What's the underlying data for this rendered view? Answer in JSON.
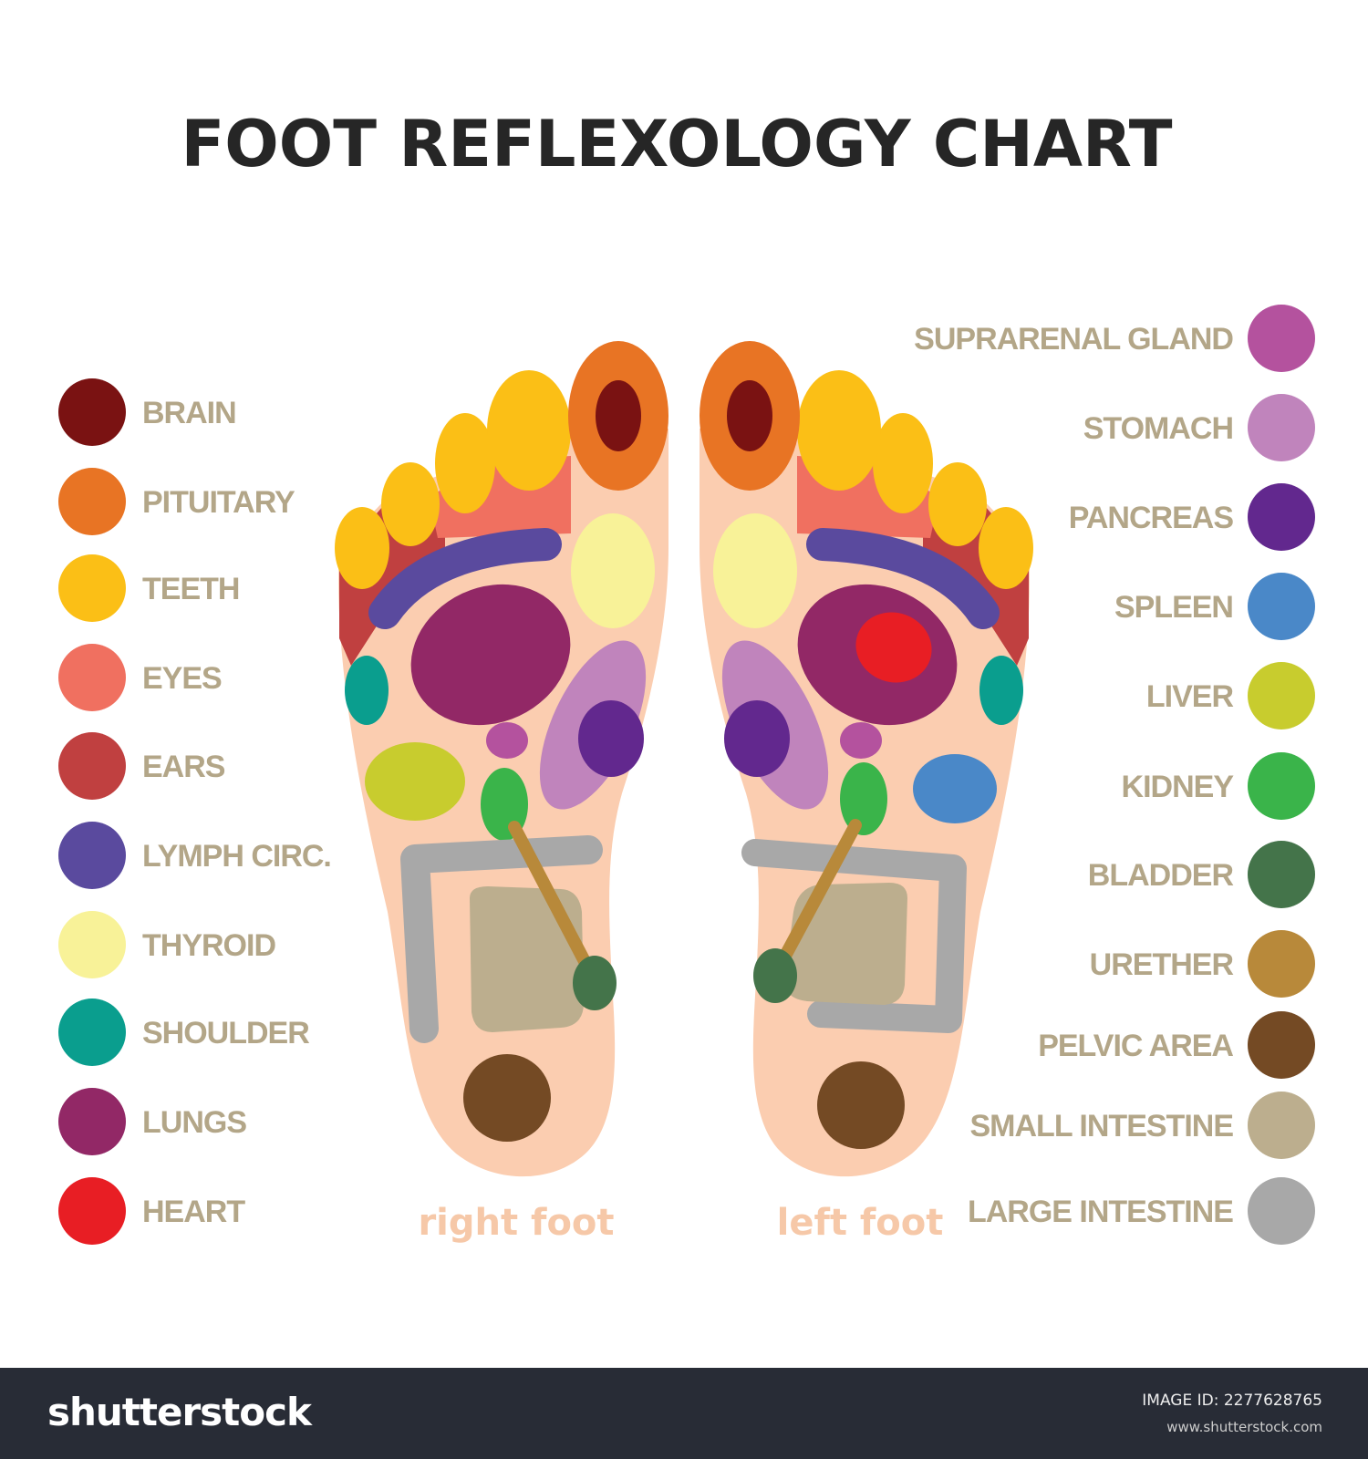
{
  "title": "FOOT REFLEXOLOGY CHART",
  "colors": {
    "skin": "#fbcdb0",
    "label_text": "#b3a688",
    "foot_label": "#f6c8a8"
  },
  "legend_left": [
    {
      "label": "BRAIN",
      "color": "#7a1212",
      "key": "brain"
    },
    {
      "label": "PITUITARY",
      "color": "#e87424",
      "key": "pituitary"
    },
    {
      "label": "TEETH",
      "color": "#fbbf16",
      "key": "teeth"
    },
    {
      "label": "EYES",
      "color": "#f07060",
      "key": "eyes"
    },
    {
      "label": "EARS",
      "color": "#c04040",
      "key": "ears"
    },
    {
      "label": "LYMPH CIRC.",
      "color": "#5a4a9e",
      "key": "lymph"
    },
    {
      "label": "THYROID",
      "color": "#f8f298",
      "key": "thyroid"
    },
    {
      "label": "SHOULDER",
      "color": "#0a9e8e",
      "key": "shoulder"
    },
    {
      "label": "LUNGS",
      "color": "#922866",
      "key": "lungs"
    },
    {
      "label": "HEART",
      "color": "#e81e24",
      "key": "heart"
    }
  ],
  "legend_right": [
    {
      "label": "SUPRARENAL GLAND",
      "color": "#b4529e",
      "key": "suprarenal"
    },
    {
      "label": "STOMACH",
      "color": "#c084bc",
      "key": "stomach"
    },
    {
      "label": "PANCREAS",
      "color": "#62288e",
      "key": "pancreas"
    },
    {
      "label": "SPLEEN",
      "color": "#4a88c8",
      "key": "spleen"
    },
    {
      "label": "LIVER",
      "color": "#c8cc2e",
      "key": "liver"
    },
    {
      "label": "KIDNEY",
      "color": "#3ab44a",
      "key": "kidney"
    },
    {
      "label": "BLADDER",
      "color": "#44744a",
      "key": "bladder"
    },
    {
      "label": "URETHER",
      "color": "#b8893a",
      "key": "urether"
    },
    {
      "label": "PELVIC AREA",
      "color": "#744a24",
      "key": "pelvic"
    },
    {
      "label": "SMALL INTESTINE",
      "color": "#bcae8e",
      "key": "small_intestine"
    },
    {
      "label": "LARGE INTESTINE",
      "color": "#a8a8a8",
      "key": "large_intestine"
    }
  ],
  "feet": {
    "right_label": "right foot",
    "left_label": "left foot"
  },
  "footer": {
    "logo": "shutterstock",
    "image_id": "IMAGE ID: 2277628765",
    "site": "www.shutterstock.com"
  }
}
